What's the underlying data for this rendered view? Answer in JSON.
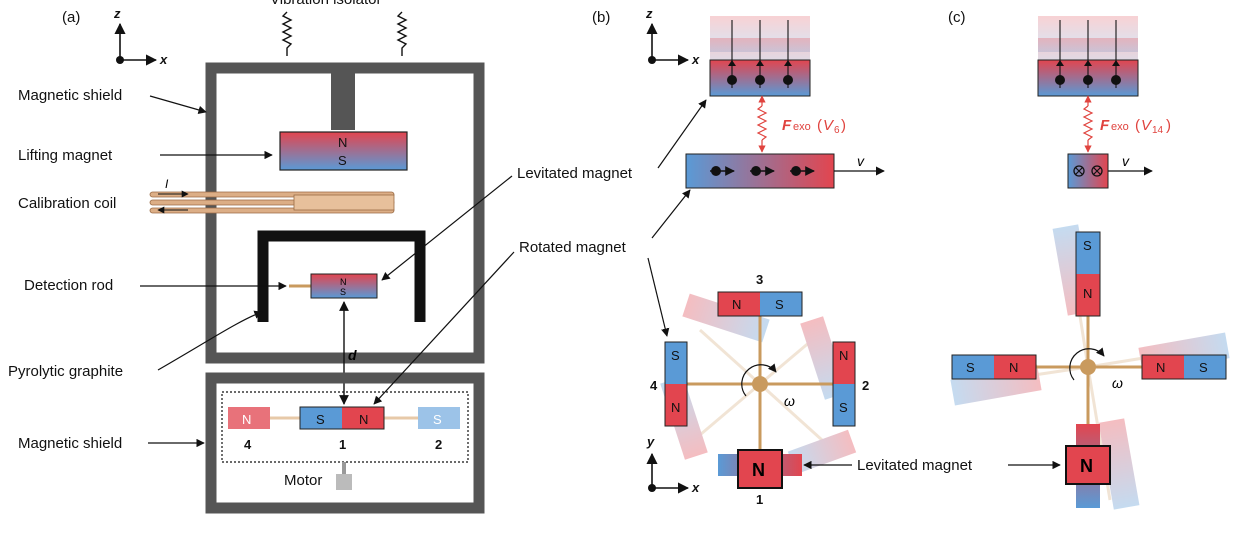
{
  "panels": {
    "a": "(a)",
    "b": "(b)",
    "c": "(c)"
  },
  "axes": {
    "z": "z",
    "x": "x",
    "y": "y"
  },
  "labels": {
    "vibration_isolator": "Vibration isolator",
    "magnetic_shield_top": "Magnetic shield",
    "lifting_magnet": "Lifting magnet",
    "calibration_coil": "Calibration coil",
    "detection_rod": "Detection rod",
    "pyrolytic_graphite": "Pyrolytic graphite",
    "magnetic_shield_bottom": "Magnetic shield",
    "levitated_magnet": "Levitated magnet",
    "rotated_magnet": "Rotated magnet",
    "levitated_magnet_bottom": "Levitated magnet",
    "motor": "Motor",
    "current": "I",
    "distance": "d",
    "velocity": "v",
    "omega": "ω"
  },
  "poles": {
    "N": "N",
    "S": "S"
  },
  "rotor_numbers": {
    "n1": "1",
    "n2": "2",
    "n3": "3",
    "n4": "4"
  },
  "force_b": {
    "symbol": "F",
    "sub": "exo",
    "arg": "V",
    "argsub": "6"
  },
  "force_c": {
    "symbol": "F",
    "sub": "exo",
    "arg": "V",
    "argsub": "14"
  },
  "colors": {
    "north": "#e2454f",
    "south": "#5a9ad6",
    "rod": "#c99a5e",
    "shield": "#555555",
    "force": "#e0433e"
  }
}
